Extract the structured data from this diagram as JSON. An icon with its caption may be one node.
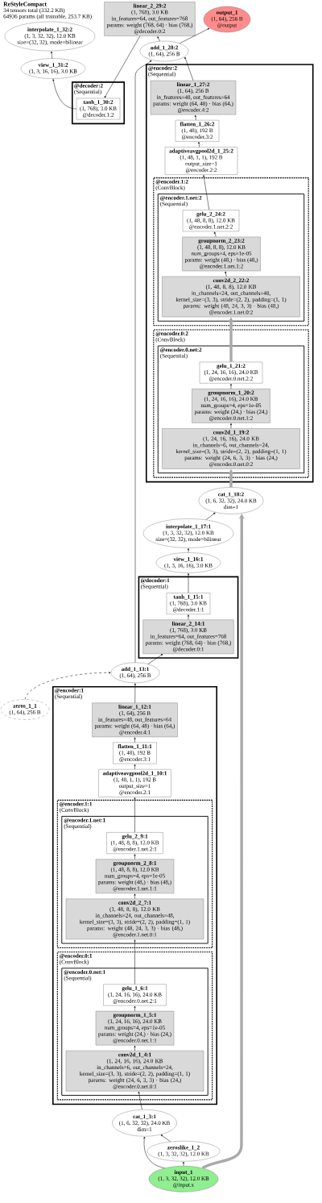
{
  "diagram": {
    "title": "ReStyleCompact",
    "labels": [
      "34 tensors total (332.2 KB)",
      "64936 params (all trainable, 253.7 KB)"
    ],
    "nodes": [
      {
        "text": [
          "interpolate_1_32:2",
          "(1, 3, 32, 32), 12.0 KB",
          "size=(32, 32), mode=bilinear"
        ]
      },
      {
        "text": [
          "linear_2_29:2",
          "(1, 768), 3.0 KB",
          "in_features=64, out_features=768",
          "params: weight (768, 64) · bias (768,)",
          "@decoder.0:2"
        ]
      },
      {
        "text": [
          "output_1",
          "(1, 64), 256 B",
          "@output"
        ]
      },
      {
        "text": [
          "view_1_31:2",
          "(1, 3, 16, 16), 3.0 KB"
        ]
      },
      {
        "text": [
          "add_1_28:2",
          "(1, 64), 256 B"
        ]
      },
      {
        "text": [
          "@decoder:2",
          "(Sequential)"
        ]
      },
      {
        "text": [
          "tanh_1_30:2",
          "(1, 768), 3.0 KB",
          "@decoder.1:2"
        ],
        "in": 5
      },
      {
        "text": [
          "@encoder:2",
          "(Sequential)"
        ]
      },
      {
        "text": [
          "linear_1_27:2",
          "(1, 64), 256 B",
          "in_features=48, out_features=64",
          "params: weight (64, 48) · bias (64,)",
          "@encoder.4:2"
        ],
        "in": 7
      },
      {
        "text": [
          "flatten_1_26:2",
          "(1, 48), 192 B",
          "@encoder.3:2"
        ],
        "in": 7
      },
      {
        "text": [
          "adaptiveavgpool2d_1_25:2",
          "(1, 48, 1, 1), 192 B",
          "output_size=1",
          "@encoder.2:2"
        ],
        "in": 7
      },
      {
        "text": [
          "@encoder.1:2",
          "(ConvBlock)"
        ],
        "in": 7
      },
      {
        "text": [
          "@encoder.1.net:2",
          "(Sequential)"
        ],
        "in": 11
      },
      {
        "text": [
          "gelu_2_24:2",
          "(1, 48, 8, 8), 12.0 KB",
          "@encoder.1.net.2:2"
        ],
        "in": 12
      },
      {
        "text": [
          "groupnorm_2_23:2",
          "(1, 48, 8, 8), 12.0 KB",
          "num_groups=4, eps=1e-05",
          "params: weight (48,) · bias (48,)",
          "@encoder.1.net.1:2"
        ],
        "in": 12
      },
      {
        "text": [
          "conv2d_2_22:2",
          "(1, 48, 8, 8), 12.0 KB",
          "in_channels=24, out_channels=48, kernel_size=(3, 3), stride=(2, 2), padding=(1, 1)",
          "params: weight (48, 24, 3, 3) · bias (48,)",
          "@encoder.1.net.0:2"
        ],
        "in": 12
      },
      {
        "text": [
          "@encoder.0:2",
          "(ConvBlock)"
        ],
        "in": 7
      },
      {
        "text": [
          "@encoder.0.net:2",
          "(Sequential)"
        ],
        "in": 16
      },
      {
        "text": [
          "gelu_1_21:2",
          "(1, 24, 16, 16), 24.0 KB",
          "@encoder.0.net.2:2"
        ],
        "in": 17
      },
      {
        "text": [
          "groupnorm_1_20:2",
          "(1, 24, 16, 16), 24.0 KB",
          "num_groups=4, eps=1e-05",
          "params: weight (24,) · bias (24,)",
          "@encoder.0.net.1:2"
        ],
        "in": 17
      },
      {
        "text": [
          "conv2d_1_19:2",
          "(1, 24, 16, 16), 24.0 KB",
          "in_channels=6, out_channels=24, kernel_size=(3, 3), stride=(2, 2), padding=(1, 1)",
          "params: weight (24, 6, 3, 3) · bias (24,)",
          "@encoder.0.net.0:2"
        ],
        "in": 17
      },
      {
        "text": [
          "cat_1_18:2",
          "(1, 6, 32, 32), 24.0 KB",
          "dim=1"
        ]
      },
      {
        "text": [
          "interpolate_1_17:1",
          "(1, 3, 32, 32), 12.0 KB",
          "size=(32, 32), mode=bilinear"
        ]
      },
      {
        "text": [
          "view_1_16:1",
          "(1, 3, 16, 16), 3.0 KB"
        ]
      },
      {
        "text": [
          "@decoder:1",
          "(Sequential)"
        ]
      },
      {
        "text": [
          "tanh_1_15:1",
          "(1, 768), 3.0 KB",
          "@decoder.1:1"
        ],
        "in": 24
      },
      {
        "text": [
          "linear_2_14:1",
          "(1, 768), 3.0 KB",
          "in_features=64, out_features=768",
          "params: weight (768, 64) · bias (768,)",
          "@decoder.0:1"
        ],
        "in": 24
      },
      {
        "text": [
          "add_1_13:1",
          "(1, 64), 256 B"
        ]
      },
      {
        "text": [
          "zeros_1_1",
          "(1, 64), 256 B"
        ]
      },
      {
        "text": [
          "@encoder:1",
          "(Sequential)"
        ]
      },
      {
        "text": [
          "linear_1_12:1",
          "(1, 64), 256 B",
          "in_features=48, out_features=64",
          "params: weight (64, 48) · bias (64,)",
          "@encoder.4:1"
        ],
        "in": 29
      },
      {
        "text": [
          "flatten_1_11:1",
          "(1, 48), 192 B",
          "@encoder.3:1"
        ],
        "in": 29
      },
      {
        "text": [
          "adaptiveavgpool2d_1_10:1",
          "(1, 48, 1, 1), 192 B",
          "output_size=1",
          "@encoder.2:1"
        ],
        "in": 29
      },
      {
        "text": [
          "@encoder.1:1",
          "(ConvBlock)"
        ],
        "in": 29
      },
      {
        "text": [
          "@encoder.1.net:1",
          "(Sequential)"
        ],
        "in": 33
      },
      {
        "text": [
          "gelu_2_9:1",
          "(1, 48, 8, 8), 12.0 KB",
          "@encoder.1.net.2:1"
        ],
        "in": 34
      },
      {
        "text": [
          "groupnorm_2_8:1",
          "(1, 48, 8, 8), 12.0 KB",
          "num_groups=4, eps=1e-05",
          "params: weight (48,) · bias (48,)",
          "@encoder.1.net.1:1"
        ],
        "in": 34
      },
      {
        "text": [
          "conv2d_2_7:1",
          "(1, 48, 8, 8), 12.0 KB",
          "in_channels=24, out_channels=48, kernel_size=(3, 3), stride=(2, 2), padding=(1, 1)",
          "params: weight (48, 24, 3, 3) · bias (48,)",
          "@encoder.1.net.0:1"
        ],
        "in": 34
      },
      {
        "text": [
          "@encoder.0:1",
          "(ConvBlock)"
        ],
        "in": 29
      },
      {
        "text": [
          "@encoder.0.net:1",
          "(Sequential)"
        ],
        "in": 38
      },
      {
        "text": [
          "gelu_1_6:1",
          "(1, 24, 16, 16), 24.0 KB",
          "@encoder.0.net.2:1"
        ],
        "in": 39
      },
      {
        "text": [
          "groupnorm_1_5:1",
          "(1, 24, 16, 16), 24.0 KB",
          "num_groups=4, eps=1e-05",
          "params: weight (24,) · bias (24,)",
          "@encoder.0.net.1:1"
        ],
        "in": 39
      },
      {
        "text": [
          "conv2d_1_4:1",
          "(1, 24, 16, 16), 24.0 KB",
          "in_channels=6, out_channels=24, kernel_size=(3, 3), stride=(2, 2), padding=(1, 1)",
          "params: weight (24, 6, 3, 3) · bias (24,)",
          "@encoder.0.net.0:1"
        ],
        "in": 39
      },
      {
        "text": [
          "cat_1_3:1",
          "(1, 6, 32, 32), 24.0 KB",
          "dim=1"
        ]
      },
      {
        "text": [
          "zeroslike_1_2",
          "(1, 3, 32, 32), 12.0 KB"
        ]
      },
      {
        "text": [
          "input_1",
          "(1, 3, 32, 32), 12.0 KB",
          "@input.x"
        ]
      }
    ],
    "edges": [
      {
        "from": 45,
        "to": 44,
        "arrow": "to"
      },
      {
        "from": 45,
        "to": 43,
        "arrow": "to"
      },
      {
        "from": 44,
        "to": 43,
        "arrow": "to"
      },
      {
        "from": 43,
        "to": 42,
        "arrow": "to"
      },
      {
        "from": 42,
        "to": 41,
        "arrow": "to"
      },
      {
        "from": 41,
        "to": 40,
        "arrow": "to"
      },
      {
        "from": 40,
        "to": 37,
        "arrow": "to"
      },
      {
        "from": 37,
        "to": 36,
        "arrow": "to"
      },
      {
        "from": 36,
        "to": 35,
        "arrow": "to"
      },
      {
        "from": 35,
        "to": 32,
        "arrow": "to"
      },
      {
        "from": 32,
        "to": 31,
        "arrow": "to"
      },
      {
        "from": 31,
        "to": 30,
        "arrow": "to"
      },
      {
        "from": 30,
        "to": 27,
        "arrow": "to"
      },
      {
        "from": 28,
        "to": 27,
        "arrow": "to",
        "style": "dashed"
      },
      {
        "from": 27,
        "to": 26,
        "arrow": "to"
      },
      {
        "from": 26,
        "to": 25,
        "arrow": "to"
      },
      {
        "from": 25,
        "to": 23,
        "arrow": "to"
      },
      {
        "from": 23,
        "to": 22,
        "arrow": "to"
      },
      {
        "from": 22,
        "to": 21,
        "arrow": "to"
      },
      {
        "from": 45,
        "to": 21,
        "arrow": "to",
        "style": "thick",
        "color": "#a9a9a9"
      },
      {
        "from": 21,
        "to": 20,
        "arrow": "to",
        "style": "thick",
        "color": "#a9a9a9"
      },
      {
        "from": 20,
        "to": 19,
        "arrow": "to"
      },
      {
        "from": 19,
        "to": 18,
        "arrow": "to"
      },
      {
        "from": 18,
        "to": 15,
        "arrow": "to",
        "style": "thick",
        "color": "#a9a9a9"
      },
      {
        "from": 15,
        "to": 14,
        "arrow": "to"
      },
      {
        "from": 14,
        "to": 13,
        "arrow": "to"
      },
      {
        "from": 13,
        "to": 10,
        "arrow": "to"
      },
      {
        "from": 10,
        "to": 9,
        "arrow": "to"
      },
      {
        "from": 9,
        "to": 8,
        "arrow": "to"
      },
      {
        "from": 8,
        "to": 4,
        "arrow": "to"
      },
      {
        "from": 27,
        "to": 4,
        "arrow": "to"
      },
      {
        "from": 4,
        "to": 2,
        "arrow": "to"
      },
      {
        "from": 4,
        "to": 1,
        "arrow": "to"
      },
      {
        "from": 1,
        "to": 6,
        "arrow": "to"
      },
      {
        "from": 6,
        "to": 3,
        "arrow": "to"
      },
      {
        "from": 3,
        "to": 0,
        "arrow": "to"
      }
    ]
  }
}
